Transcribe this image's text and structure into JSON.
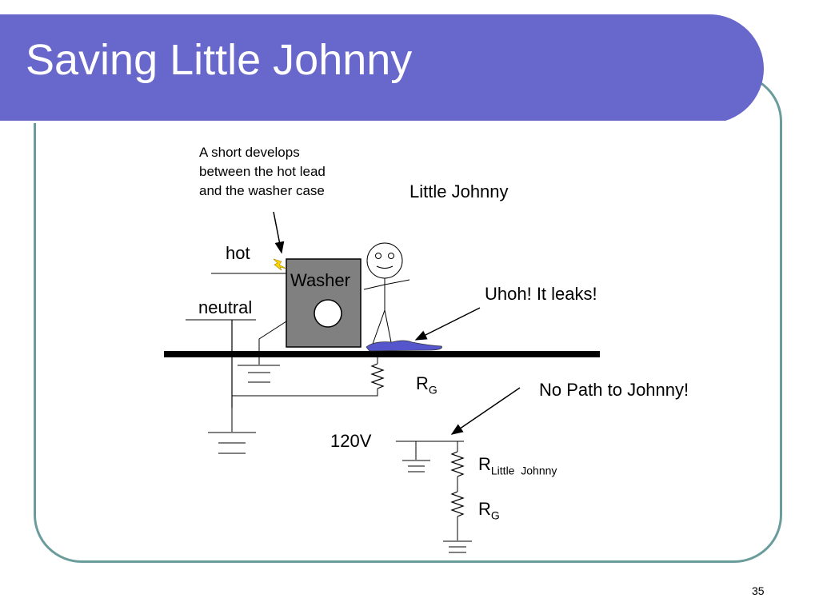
{
  "slide": {
    "title": "Saving Little Johnny",
    "page_number": "35"
  },
  "diagram": {
    "short_note": [
      "A short develops",
      "between the hot lead",
      "and the washer case"
    ],
    "little_johnny": "Little Johnny",
    "hot": "hot",
    "neutral": "neutral",
    "washer": "Washer",
    "leak_note": "Uhoh! It leaks!",
    "no_path": "No Path to Johnny!",
    "voltage": "120V",
    "rg_main": "R",
    "rg_main_sub": "G",
    "r_johnny": "R",
    "r_johnny_sub": "Little  Johnny",
    "rg_circuit": "R",
    "rg_circuit_sub": "G"
  },
  "colors": {
    "title_bar": "#6767cc",
    "panel_border": "#6b9c9c",
    "washer_fill": "#808080",
    "puddle": "#5555cc",
    "spark": "#ffd700"
  },
  "icons": {
    "spark": "lightning-bolt-icon"
  }
}
